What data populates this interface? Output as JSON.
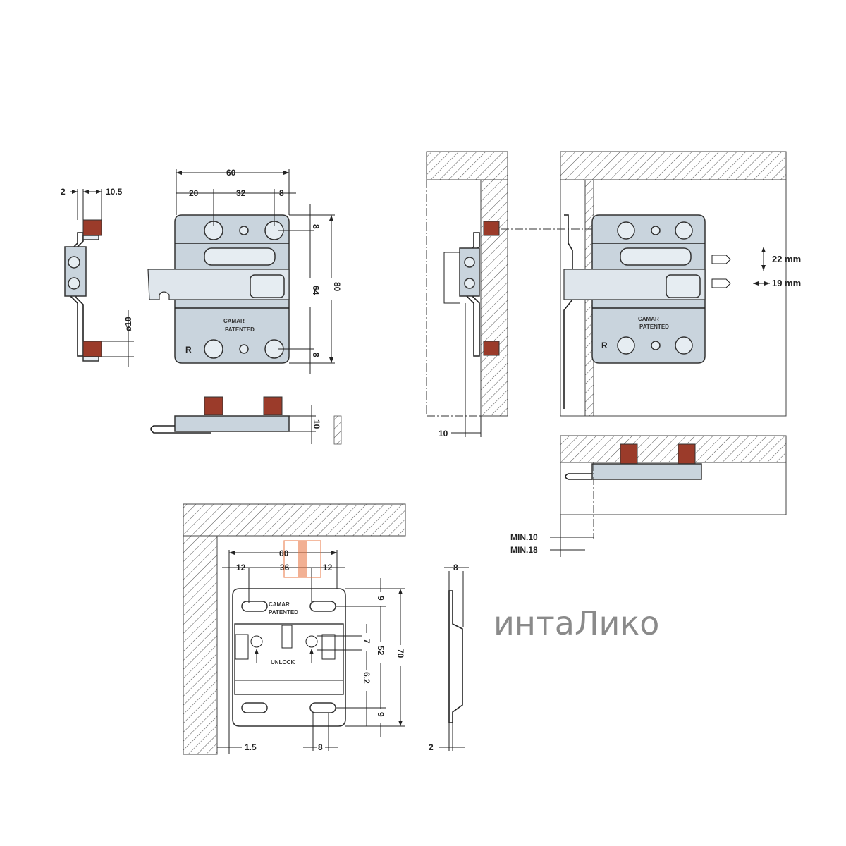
{
  "side_view": {
    "dim_2": "2",
    "dim_10_5": "10.5",
    "dim_10": "ø10"
  },
  "front_view": {
    "dim_60": "60",
    "dim_20": "20",
    "dim_32": "32",
    "dim_8": "8",
    "dim_8_top": "8",
    "dim_64": "64",
    "dim_80": "80",
    "dim_8_bottom": "8",
    "brand": "CAMAR",
    "patented": "PATENTED",
    "side_mark": "R"
  },
  "bottom_view": {
    "dim_10": "10"
  },
  "install_view": {
    "adjust_vertical": "22 mm",
    "adjust_horizontal": "19 mm",
    "dim_10": "10",
    "brand": "CAMAR",
    "patented": "PATENTED",
    "side_mark": "R"
  },
  "top_install_view": {
    "min_10": "MIN.10",
    "min_18": "MIN.18"
  },
  "mount_plate": {
    "dim_60": "60",
    "dim_12_left": "12",
    "dim_36": "36",
    "dim_12_right": "12",
    "dim_9_top": "9",
    "dim_7": "7",
    "dim_52": "52",
    "dim_70": "70",
    "dim_6_2": "6.2",
    "dim_9_bottom": "9",
    "dim_1_5": "1.5",
    "dim_8": "8",
    "brand": "CAMAR",
    "patented": "PATENTED",
    "unlock": "UNLOCK"
  },
  "plate_profile": {
    "dim_8": "8",
    "dim_2": "2"
  },
  "watermark": {
    "text": "интаЛико"
  },
  "colors": {
    "plate": "#c9d4dd",
    "cap": "#9b3b2a",
    "logo": "#e8703a"
  }
}
